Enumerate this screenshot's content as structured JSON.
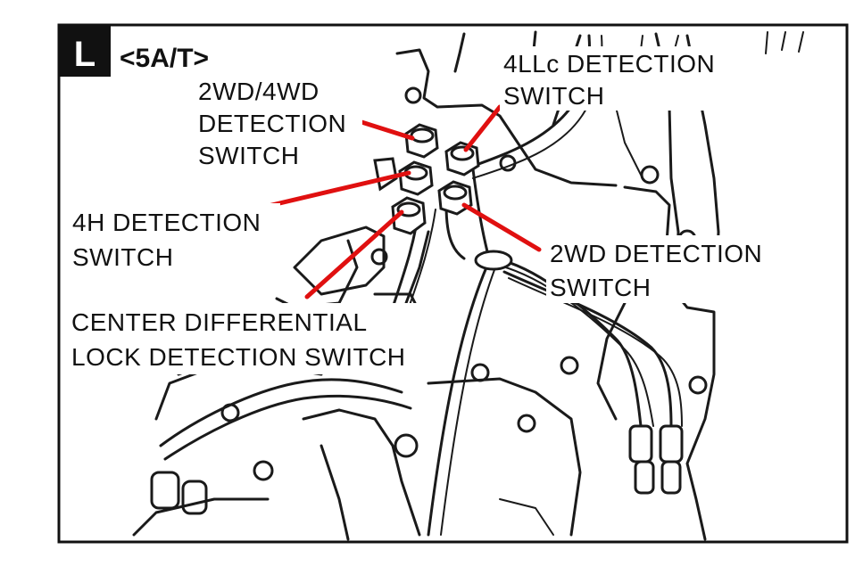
{
  "section_letter": "L",
  "variant": "<5A/T>",
  "labels": {
    "wd2_4wd": [
      "2WD/4WD",
      "DETECTION",
      "SWITCH"
    ],
    "llc4": [
      "4LLc DETECTION",
      "SWITCH"
    ],
    "h4": [
      "4H DETECTION",
      "SWITCH"
    ],
    "wd2": [
      "2WD DETECTION",
      "SWITCH"
    ],
    "center_diff": [
      "CENTER DIFFERENTIAL",
      "LOCK DETECTION SWITCH"
    ]
  },
  "colors": {
    "leader": "#e01010",
    "ink": "#1a1a1a",
    "badge": "#111111"
  }
}
